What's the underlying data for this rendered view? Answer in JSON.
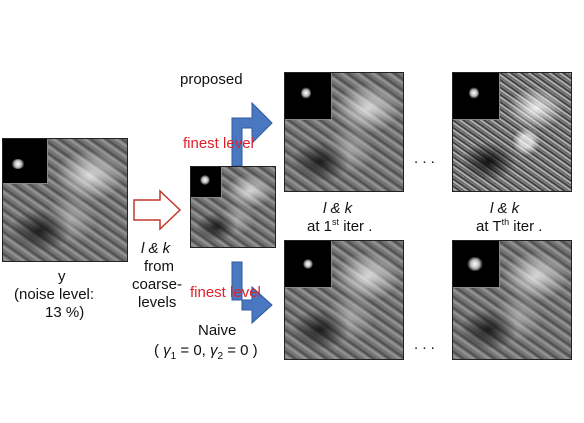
{
  "labels": {
    "proposed": "proposed",
    "finest_level_top": "finest level",
    "finest_level_bottom": "finest level",
    "input_y": "y",
    "noise_line1": "(noise level:",
    "noise_line2": "13 %)",
    "lk_coarse_1": "l & k",
    "lk_coarse_2": "from",
    "lk_coarse_3": "coarse-",
    "lk_coarse_4": "levels",
    "lk_iter1": "l & k",
    "at_iter1_prefix": "at 1",
    "at_iter1_sup": "st",
    "at_iter1_suffix": " iter .",
    "lk_iterT": "l & k",
    "at_iterT_prefix": "at T",
    "at_iterT_sup": "th",
    "at_iterT_suffix": " iter .",
    "naive": "Naive",
    "gamma_open": "( ",
    "gamma1_sym": "γ",
    "gamma1_sub": "1",
    "gamma1_eq": " = 0,  ",
    "gamma2_sym": "γ",
    "gamma2_sub": "2",
    "gamma2_eq": " = 0 )",
    "dots_top": ". . .",
    "dots_bottom": ". . ."
  },
  "colors": {
    "blue_arrow": "#4a78c0",
    "blue_arrow_edge": "#2d5a9e",
    "red_text": "#e0202a",
    "outline_arrow": "#c0392b"
  }
}
